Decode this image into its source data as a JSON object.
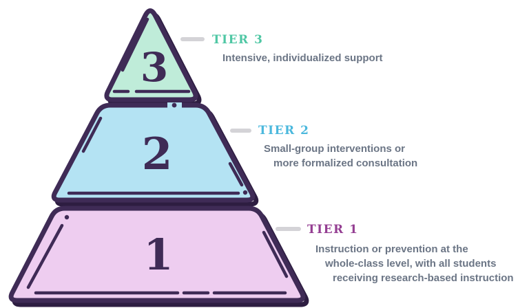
{
  "diagram": {
    "kind": "tiered-pyramid",
    "outline_color": "#3f2b56",
    "shadow_color": "#2d1d41",
    "connector_color": "#d4d3d7",
    "description_color": "#6b7585",
    "tiers": [
      {
        "number": "3",
        "fill": "#bfecd9",
        "label": "TIER 3",
        "label_color": "#4fc7a4",
        "description_lines": [
          "Intensive, individualized support"
        ]
      },
      {
        "number": "2",
        "fill": "#b4e3f3",
        "label": "TIER 2",
        "label_color": "#4bb8dd",
        "description_lines": [
          "Small-group interventions or",
          "more formalized consultation"
        ]
      },
      {
        "number": "1",
        "fill": "#eecdf0",
        "label": "TIER 1",
        "label_color": "#943e92",
        "description_lines": [
          "Instruction or prevention at the",
          "whole-class level, with all students",
          "receiving research-based instruction"
        ]
      }
    ]
  }
}
